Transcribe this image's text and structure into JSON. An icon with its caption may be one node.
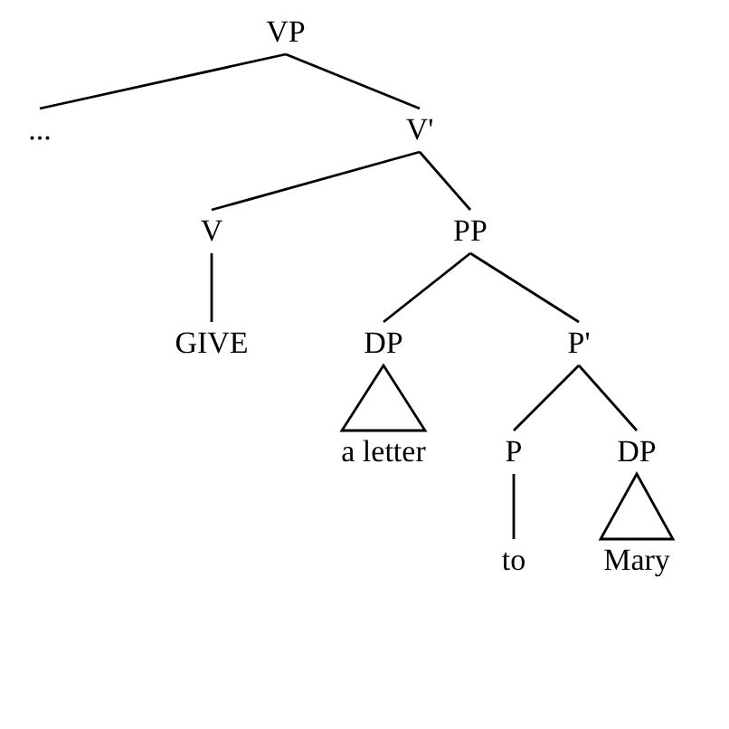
{
  "diagram": {
    "nodes": [
      {
        "text": [
          "VP"
        ]
      },
      {
        "text": [
          "..."
        ]
      },
      {
        "text": [
          "V'"
        ]
      },
      {
        "text": [
          "V"
        ]
      },
      {
        "text": [
          "PP"
        ]
      },
      {
        "text": [
          "GIVE"
        ]
      },
      {
        "text": [
          "DP"
        ]
      },
      {
        "text": [
          "P'"
        ]
      },
      {
        "text": [
          "a letter"
        ]
      },
      {
        "text": [
          "P"
        ]
      },
      {
        "text": [
          "DP"
        ]
      },
      {
        "text": [
          "to"
        ]
      },
      {
        "text": [
          "Mary"
        ]
      }
    ],
    "edges": [
      {
        "from": 0,
        "to": 1,
        "arrow": "none"
      },
      {
        "from": 0,
        "to": 2,
        "arrow": "none"
      },
      {
        "from": 2,
        "to": 3,
        "arrow": "none"
      },
      {
        "from": 2,
        "to": 4,
        "arrow": "none"
      },
      {
        "from": 3,
        "to": 5,
        "arrow": "none"
      },
      {
        "from": 4,
        "to": 6,
        "arrow": "none"
      },
      {
        "from": 4,
        "to": 7,
        "arrow": "none"
      },
      {
        "from": 6,
        "to": 8,
        "arrow": "none"
      },
      {
        "from": 7,
        "to": 9,
        "arrow": "none"
      },
      {
        "from": 7,
        "to": 10,
        "arrow": "none"
      },
      {
        "from": 9,
        "to": 11,
        "arrow": "none"
      },
      {
        "from": 10,
        "to": 12,
        "arrow": "none"
      }
    ]
  }
}
